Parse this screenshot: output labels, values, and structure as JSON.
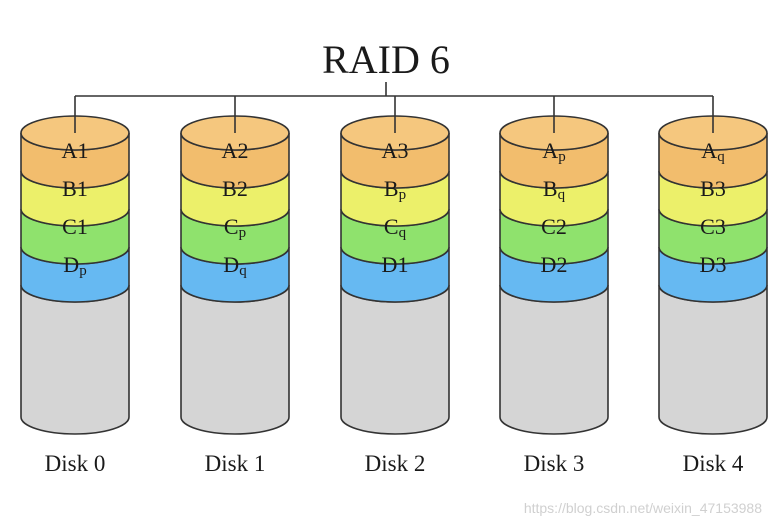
{
  "title": "RAID 6",
  "colors": {
    "A": "#f2bd6d",
    "A_top": "#f5c77e",
    "B": "#ecf06a",
    "C": "#8fe26d",
    "D": "#66b9f2",
    "body": "#d5d5d5",
    "stroke": "#333333"
  },
  "disks": [
    {
      "label": "Disk 0",
      "blocks": [
        {
          "row": "A",
          "main": "A",
          "sub": "1"
        },
        {
          "row": "B",
          "main": "B",
          "sub": "1"
        },
        {
          "row": "C",
          "main": "C",
          "sub": "1"
        },
        {
          "row": "D",
          "main": "D",
          "sub": "p"
        }
      ]
    },
    {
      "label": "Disk 1",
      "blocks": [
        {
          "row": "A",
          "main": "A",
          "sub": "2"
        },
        {
          "row": "B",
          "main": "B",
          "sub": "2"
        },
        {
          "row": "C",
          "main": "C",
          "sub": "p"
        },
        {
          "row": "D",
          "main": "D",
          "sub": "q"
        }
      ]
    },
    {
      "label": "Disk 2",
      "blocks": [
        {
          "row": "A",
          "main": "A",
          "sub": "3"
        },
        {
          "row": "B",
          "main": "B",
          "sub": "p"
        },
        {
          "row": "C",
          "main": "C",
          "sub": "q"
        },
        {
          "row": "D",
          "main": "D",
          "sub": "1"
        }
      ]
    },
    {
      "label": "Disk 3",
      "blocks": [
        {
          "row": "A",
          "main": "A",
          "sub": "p"
        },
        {
          "row": "B",
          "main": "B",
          "sub": "q"
        },
        {
          "row": "C",
          "main": "C",
          "sub": "2"
        },
        {
          "row": "D",
          "main": "D",
          "sub": "2"
        }
      ]
    },
    {
      "label": "Disk 4",
      "blocks": [
        {
          "row": "A",
          "main": "A",
          "sub": "q"
        },
        {
          "row": "B",
          "main": "B",
          "sub": "3"
        },
        {
          "row": "C",
          "main": "C",
          "sub": "3"
        },
        {
          "row": "D",
          "main": "D",
          "sub": "3"
        }
      ]
    }
  ],
  "watermark": "https://blog.csdn.net/weixin_47153988"
}
